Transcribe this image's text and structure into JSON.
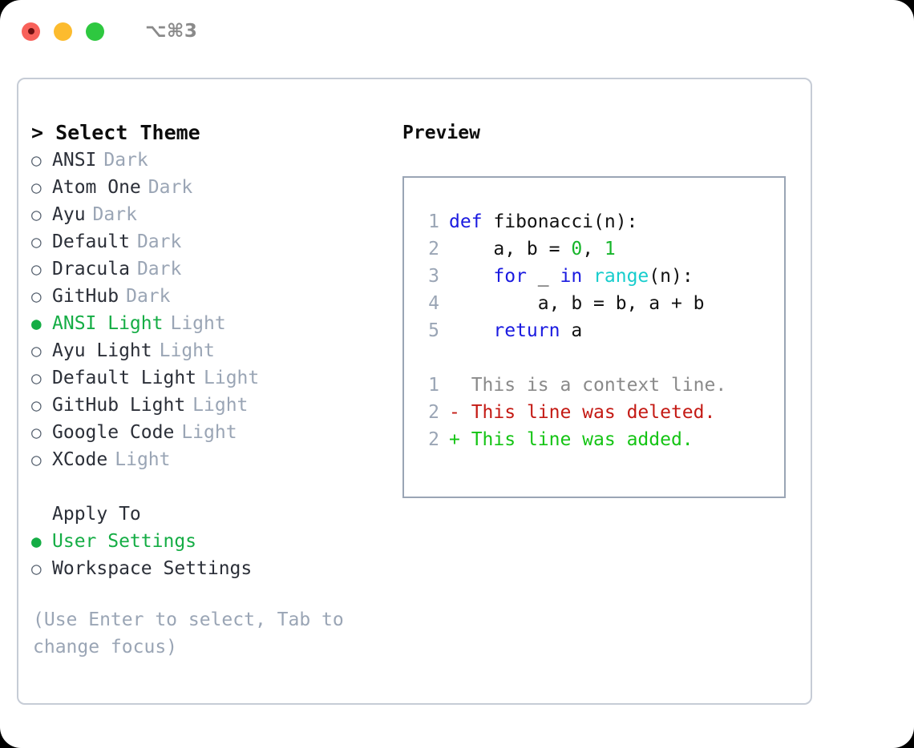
{
  "titlebar": {
    "shortcut": "⌥⌘3",
    "buttons": [
      {
        "name": "close",
        "color": "#f8615a"
      },
      {
        "name": "minimize",
        "color": "#fcbb2e"
      },
      {
        "name": "maximize",
        "color": "#2ec840"
      }
    ]
  },
  "theme_picker": {
    "heading": "> Select Theme",
    "marker_selected": "●",
    "marker_unselected": "○",
    "options": [
      {
        "label": "ANSI",
        "suffix": "Dark",
        "selected": false
      },
      {
        "label": "Atom One",
        "suffix": "Dark",
        "selected": false
      },
      {
        "label": "Ayu",
        "suffix": "Dark",
        "selected": false
      },
      {
        "label": "Default",
        "suffix": "Dark",
        "selected": false
      },
      {
        "label": "Dracula",
        "suffix": "Dark",
        "selected": false
      },
      {
        "label": "GitHub",
        "suffix": "Dark",
        "selected": false
      },
      {
        "label": "ANSI Light",
        "suffix": "Light",
        "selected": true
      },
      {
        "label": "Ayu Light",
        "suffix": "Light",
        "selected": false
      },
      {
        "label": "Default Light",
        "suffix": "Light",
        "selected": false
      },
      {
        "label": "GitHub Light",
        "suffix": "Light",
        "selected": false
      },
      {
        "label": "Google Code",
        "suffix": "Light",
        "selected": false
      },
      {
        "label": "XCode",
        "suffix": "Light",
        "selected": false
      }
    ]
  },
  "apply_to": {
    "heading": "Apply To",
    "options": [
      {
        "label": "User Settings",
        "selected": true
      },
      {
        "label": "Workspace Settings",
        "selected": false
      }
    ]
  },
  "hint": "(Use Enter to select, Tab to change focus)",
  "preview": {
    "heading": "Preview",
    "code_lines": [
      {
        "number": "1",
        "tokens": [
          {
            "text": "def",
            "kind": "kw"
          },
          {
            "text": " fibonacci(n):",
            "kind": "plain"
          }
        ]
      },
      {
        "number": "2",
        "tokens": [
          {
            "text": "    a, b = ",
            "kind": "plain"
          },
          {
            "text": "0",
            "kind": "num"
          },
          {
            "text": ", ",
            "kind": "plain"
          },
          {
            "text": "1",
            "kind": "num"
          }
        ]
      },
      {
        "number": "3",
        "tokens": [
          {
            "text": "    ",
            "kind": "plain"
          },
          {
            "text": "for",
            "kind": "kw"
          },
          {
            "text": " _ ",
            "kind": "plain"
          },
          {
            "text": "in",
            "kind": "kw"
          },
          {
            "text": " ",
            "kind": "plain"
          },
          {
            "text": "range",
            "kind": "fn"
          },
          {
            "text": "(n):",
            "kind": "plain"
          }
        ]
      },
      {
        "number": "4",
        "tokens": [
          {
            "text": "        a, b = b, a + b",
            "kind": "plain"
          }
        ]
      },
      {
        "number": "5",
        "tokens": [
          {
            "text": "    ",
            "kind": "plain"
          },
          {
            "text": "return",
            "kind": "kw"
          },
          {
            "text": " a",
            "kind": "plain"
          }
        ]
      }
    ],
    "diff_lines": [
      {
        "number": "1",
        "marker": " ",
        "text": " This is a context line.",
        "kind": "ctx"
      },
      {
        "number": "2",
        "marker": "-",
        "text": " This line was deleted.",
        "kind": "del"
      },
      {
        "number": "2",
        "marker": "+",
        "text": " This line was added.",
        "kind": "add"
      }
    ]
  },
  "colors": {
    "accent_green": "#15ad45",
    "muted": "#9aa5b5",
    "keyword": "#1a1ae0",
    "number": "#16b52a",
    "function": "#17cdcd",
    "diff_delete": "#c41a14",
    "diff_add": "#14c414",
    "border": "#c6ccd6"
  }
}
